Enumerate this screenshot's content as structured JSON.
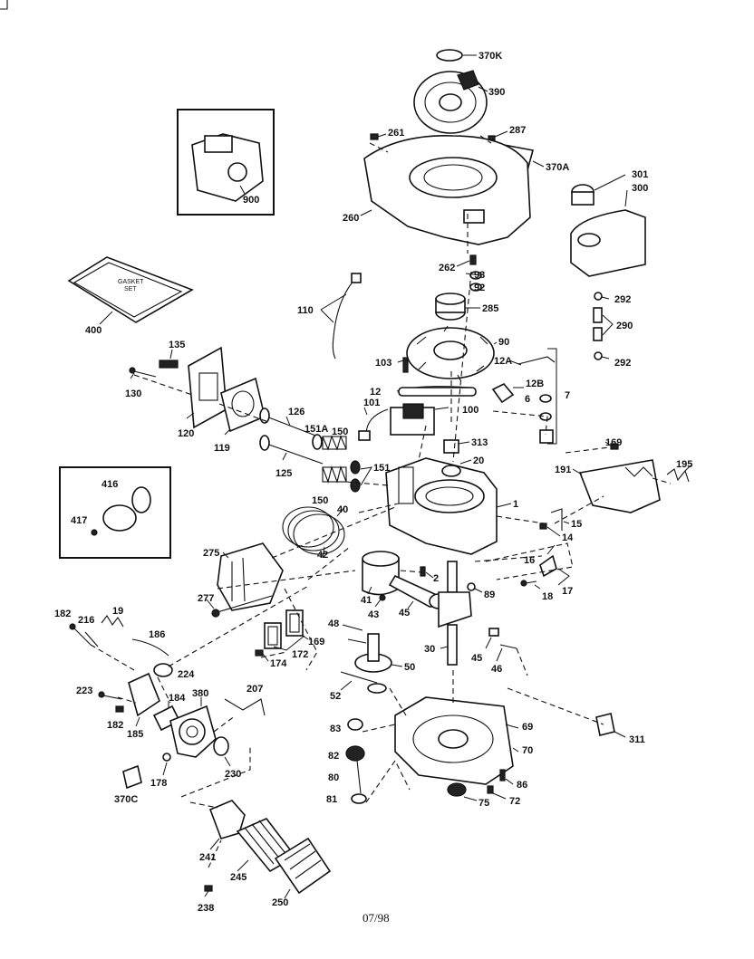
{
  "footer": {
    "date_code": "07/98"
  },
  "gasket_set_text": {
    "line1": "GASKET",
    "line2": "SET"
  },
  "callouts": {
    "c370K": "370K",
    "c390": "390",
    "c261": "261",
    "c287": "287",
    "c370A": "370A",
    "c301": "301",
    "c300": "300",
    "c260": "260",
    "c900": "900",
    "c262": "262",
    "c93": "93",
    "c92": "92",
    "c285": "285",
    "c292a": "292",
    "c290": "290",
    "c292b": "292",
    "c110": "110",
    "c400": "400",
    "c90": "90",
    "c103": "103",
    "c12A": "12A",
    "c12": "12",
    "c12B": "12B",
    "c7": "7",
    "c6": "6",
    "c135": "135",
    "c130": "130",
    "c101": "101",
    "c100": "100",
    "c120": "120",
    "c119": "119",
    "c126": "126",
    "c151A": "151A",
    "c150a": "150",
    "c313": "313",
    "c169a": "169",
    "c195": "195",
    "c191": "191",
    "c125": "125",
    "c151": "151",
    "c20": "20",
    "c150b": "150",
    "c416": "416",
    "c417": "417",
    "c40": "40",
    "c1": "1",
    "c15": "15",
    "c14": "14",
    "c42": "42",
    "c275": "275",
    "c16": "16",
    "c17": "17",
    "c18": "18",
    "c2": "2",
    "c41": "41",
    "c89": "89",
    "c277": "277",
    "c43": "43",
    "c45a": "45",
    "c182a": "182",
    "c216": "216",
    "c19": "19",
    "c186": "186",
    "c48a": "48",
    "c169b": "169",
    "c172": "172",
    "c174": "174",
    "c30": "30",
    "c45b": "45",
    "c46": "46",
    "c224": "224",
    "c50": "50",
    "c52": "52",
    "c223": "223",
    "c380": "380",
    "c184": "184",
    "c207": "207",
    "c182b": "182",
    "c185": "185",
    "c69": "69",
    "c311": "311",
    "c83": "83",
    "c70": "70",
    "c82": "82",
    "c230": "230",
    "c178": "178",
    "c80": "80",
    "c86": "86",
    "c370C": "370C",
    "c81": "81",
    "c75": "75",
    "c72": "72",
    "c241": "241",
    "c245": "245",
    "c238": "238",
    "c250": "250"
  }
}
